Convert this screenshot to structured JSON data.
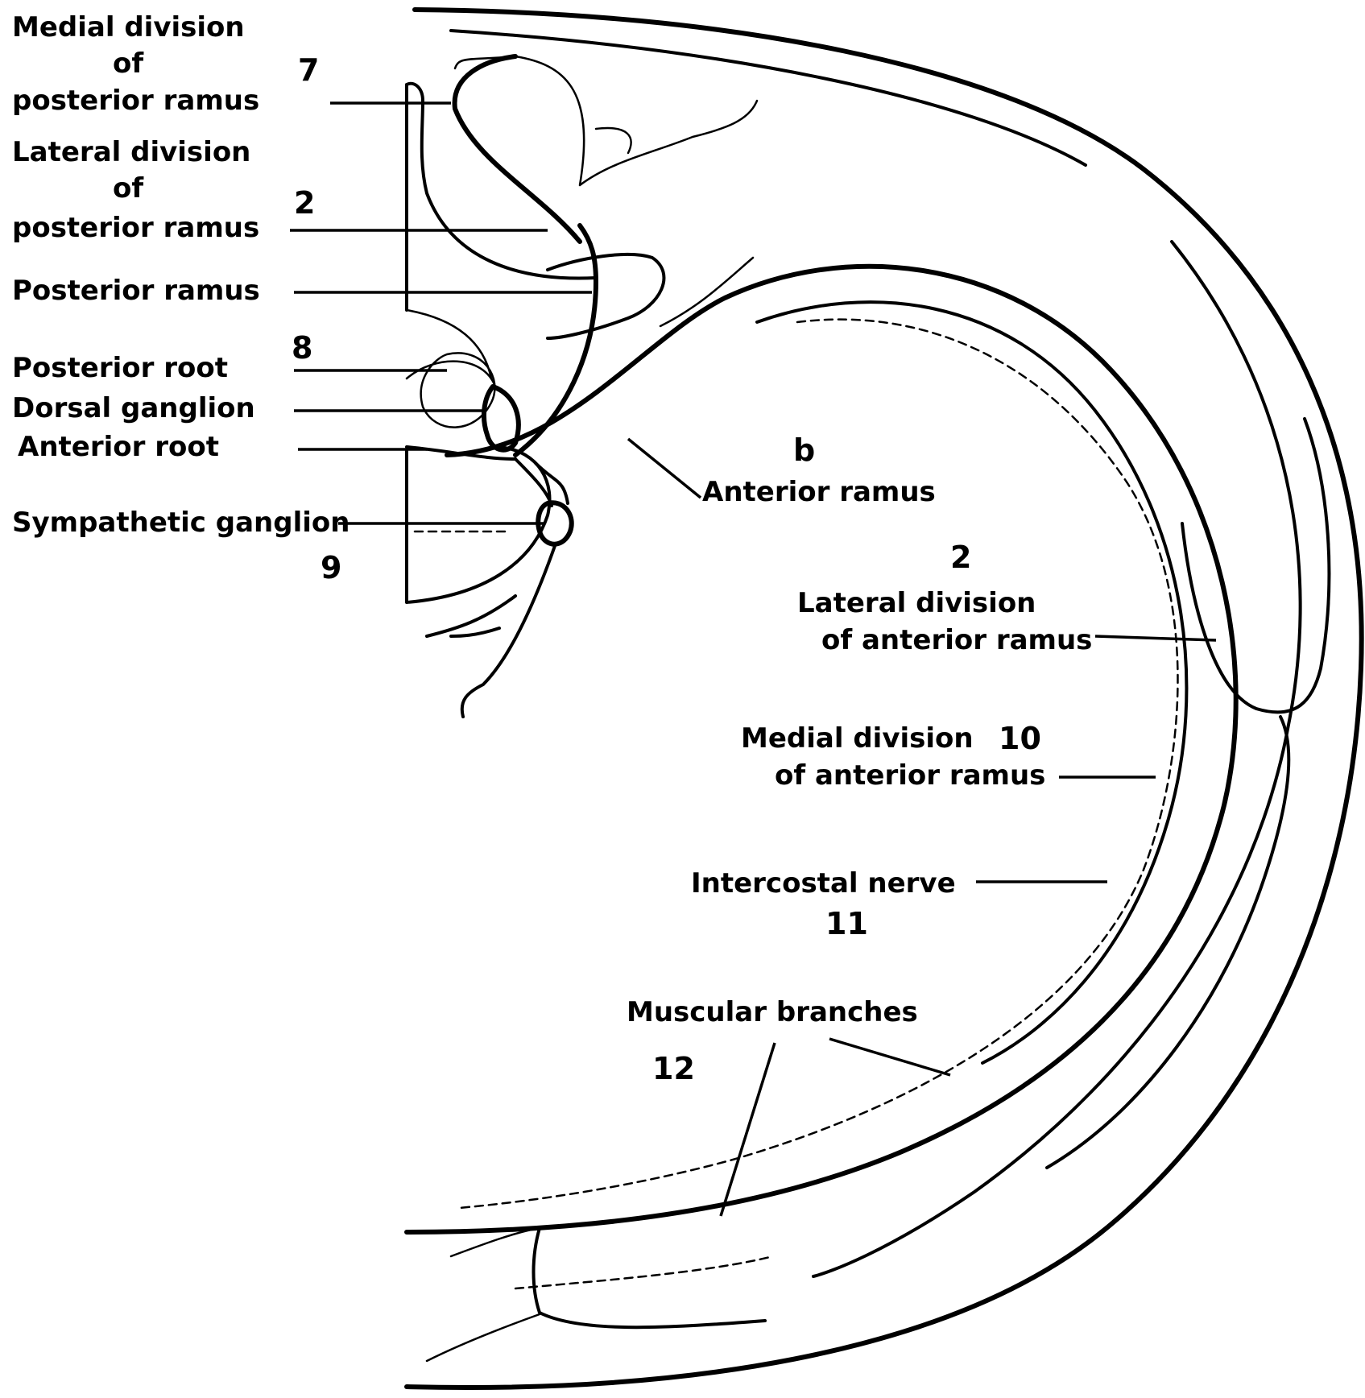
{
  "labels": {
    "medial_posterior": [
      "Medial division",
      "of",
      "posterior ramus"
    ],
    "lateral_posterior": [
      "Lateral division",
      "of",
      "posterior ramus"
    ],
    "posterior_ramus": "Posterior ramus",
    "posterior_root": "Posterior root",
    "dorsal_ganglion": "Dorsal ganglion",
    "anterior_root": "Anterior root",
    "sympathetic_ganglion": "Sympathetic ganglion",
    "anterior_ramus": "Anterior ramus",
    "lateral_anterior": [
      "Lateral division",
      "of anterior ramus"
    ],
    "medial_anterior": [
      "Medial division",
      "of anterior ramus"
    ],
    "intercostal_nerve": "Intercostal nerve",
    "muscular_branches": "Muscular branches"
  },
  "handwritten_numbers": {
    "n1": "7",
    "n2": "2",
    "n3": "8",
    "n4": "9",
    "n5": "b",
    "n6": "2",
    "n7": "10",
    "n8": "11",
    "n9": "12"
  }
}
